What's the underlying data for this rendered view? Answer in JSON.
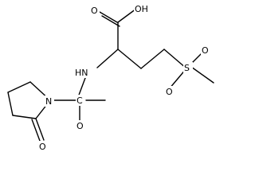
{
  "atoms": {
    "oh": "OH",
    "o_acid": "O",
    "nh": "HN",
    "s": "S",
    "o_s1": "O",
    "o_s2": "O",
    "n_ring": "N",
    "o_ring": "O",
    "c_amide": "C",
    "o_amide": "O"
  }
}
